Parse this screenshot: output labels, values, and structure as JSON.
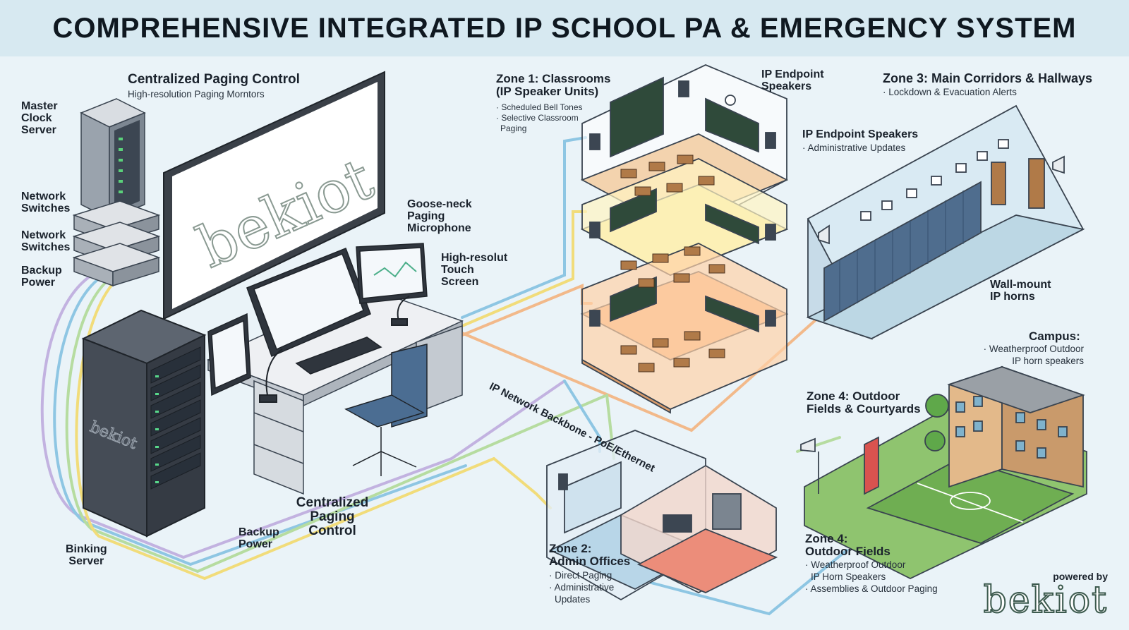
{
  "title": "COMPREHENSIVE INTEGRATED IP SCHOOL PA & EMERGENCY SYSTEM",
  "brand": {
    "powered_by": "powered by",
    "logo_text": "bekiot",
    "monitor_logo": "bekiot",
    "rack_logo": "bekiot"
  },
  "control": {
    "title": "Centralized Paging Control",
    "subtitle": "High-resolution Paging Morntors",
    "master_clock": [
      "Master",
      "Clock",
      "Server"
    ],
    "network_switches_1": [
      "Network",
      "Switches"
    ],
    "network_switches_2": [
      "Network",
      "Switches"
    ],
    "backup_power_1": [
      "Backup",
      "Power"
    ],
    "gooseneck": [
      "Goose-neck",
      "Paging",
      "Microphone"
    ],
    "touch_screen": [
      "High-resolut",
      "Touch",
      "Screen"
    ],
    "desk_label": [
      "Centralized Paging",
      "Control"
    ],
    "backup_power_2": [
      "Backup",
      "Power"
    ],
    "binking_server": [
      "Binking",
      "Server"
    ]
  },
  "zone1": {
    "title": [
      "Zone 1: Classrooms",
      "(IP Speaker Units)"
    ],
    "items": [
      "· Scheduled Bell Tones",
      "· Selective Classroom",
      "Paging"
    ],
    "endpoint_a": [
      "IP Endpoint",
      "Speakers"
    ],
    "endpoint_b": "IP Endpoint Speakers",
    "endpoint_b_items": [
      "· Administrative Updates"
    ]
  },
  "zone3": {
    "title": "Zone 3: Main Corridors & Hallways",
    "items": [
      "· Lockdown & Evacuation Alerts"
    ],
    "wall_horns": [
      "Wall-mount",
      "IP horns"
    ]
  },
  "backbone": "IP Network Backbone - PoE/Ethernet",
  "campus": {
    "title": "Campus:",
    "items": [
      "· Weatherproof Outdoor",
      "IP horn speakers"
    ]
  },
  "zone4a": {
    "title": [
      "Zone 4: Outdoor",
      "Fields & Courtyards"
    ]
  },
  "zone4b": {
    "title": [
      "Zone 4:",
      "Outdoor Fields"
    ],
    "items": [
      "· Weatherproof Outdoor",
      "IP Horn Speakers",
      "· Assemblies & Outdoor Paging"
    ]
  },
  "zone2": {
    "title": [
      "Zone 2:",
      "Admin Offices"
    ],
    "items": [
      "· Direct Paging",
      "· Administrative",
      "Updates"
    ]
  },
  "colors": {
    "title_bar": "#d7e9f1",
    "background": "#eaf3f8",
    "cable_blue": "#8ec6e3",
    "cable_orange": "#f2b98a",
    "cable_yellow": "#f1dc7a",
    "cable_green": "#b6dca0",
    "cable_purple": "#c2b2e0"
  }
}
